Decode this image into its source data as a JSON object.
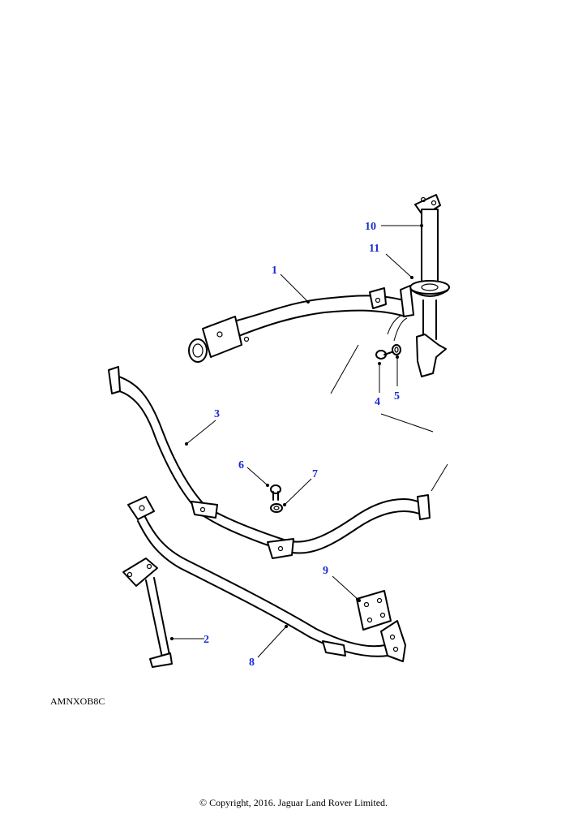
{
  "diagram": {
    "callouts": [
      {
        "id": "1",
        "label": "1"
      },
      {
        "id": "2",
        "label": "2"
      },
      {
        "id": "3",
        "label": "3"
      },
      {
        "id": "4",
        "label": "4"
      },
      {
        "id": "5",
        "label": "5"
      },
      {
        "id": "6",
        "label": "6"
      },
      {
        "id": "7",
        "label": "7"
      },
      {
        "id": "8",
        "label": "8"
      },
      {
        "id": "9",
        "label": "9"
      },
      {
        "id": "10",
        "label": "10"
      },
      {
        "id": "11",
        "label": "11"
      }
    ],
    "illustration_code": "AMNXOB8C",
    "copyright": "© Copyright, 2016. Jaguar Land Rover Limited.",
    "callout_color": "#1a2bd6"
  }
}
